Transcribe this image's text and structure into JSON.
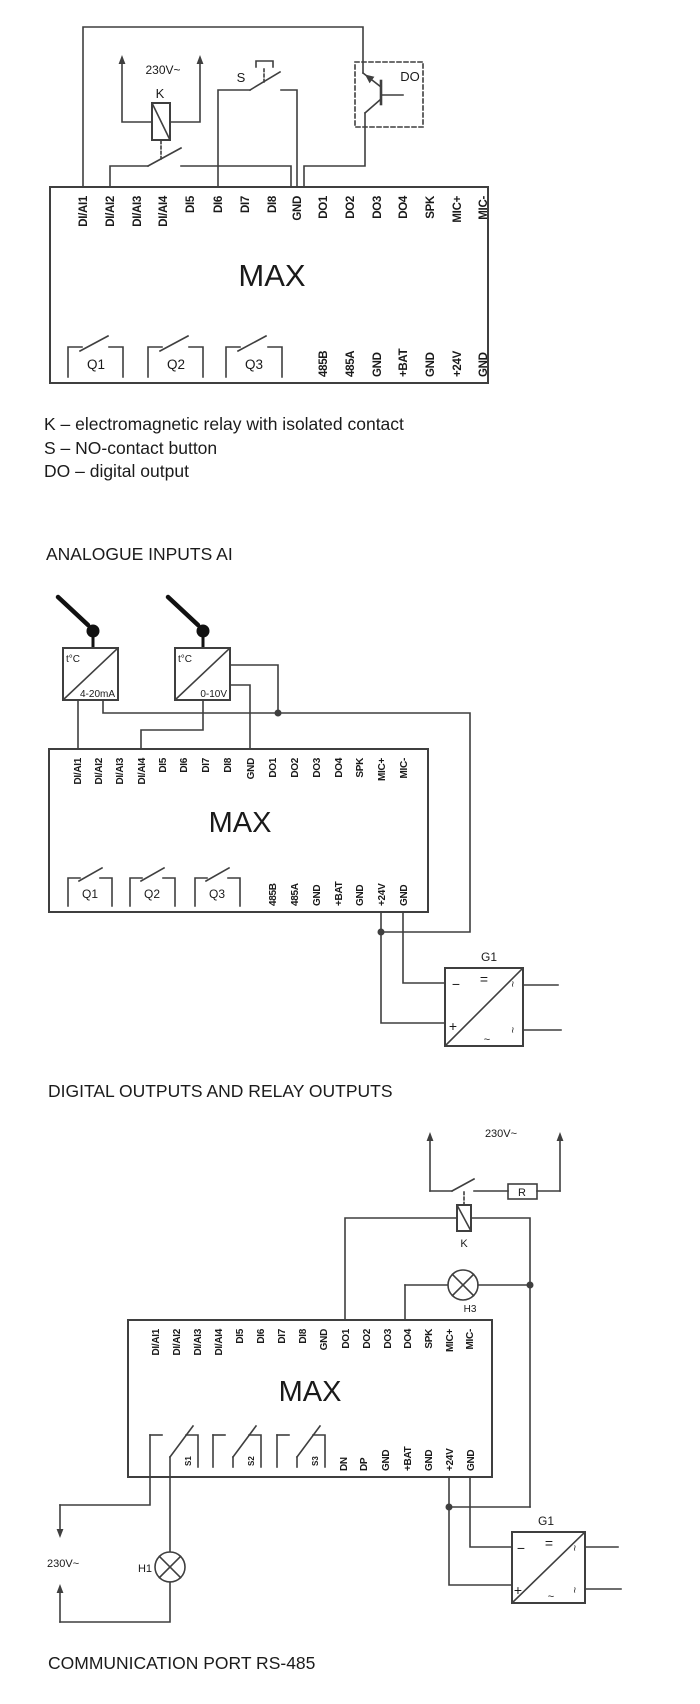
{
  "page": {
    "background": "#ffffff",
    "line_color": "#3f3f3f",
    "text_color": "#1a1a1a"
  },
  "diagram1": {
    "device": "MAX",
    "voltage": "230V~",
    "relay_label": "K",
    "button_label": "S",
    "do_label": "DO",
    "top_terminals": [
      "DI/AI1",
      "DI/AI2",
      "DI/AI3",
      "DI/AI4",
      "DI5",
      "DI6",
      "DI7",
      "DI8",
      "GND",
      "DO1",
      "DO2",
      "DO3",
      "DO4",
      "SPK",
      "MIC+",
      "MIC-"
    ],
    "relay_outputs": [
      "Q1",
      "Q2",
      "Q3"
    ],
    "bottom_terminals": [
      "485B",
      "485A",
      "GND",
      "+BAT",
      "GND",
      "+24V",
      "GND"
    ]
  },
  "legend": {
    "line1": "K – electromagnetic relay with isolated contact",
    "line2": "S – NO-contact button",
    "line3": "DO – digital output"
  },
  "analogue_section": {
    "heading": "ANALOGUE INPUTS AI",
    "device": "MAX",
    "sensor1": {
      "name": "t°C",
      "signal": "4-20mA"
    },
    "sensor2": {
      "name": "t°C",
      "signal": "0-10V"
    },
    "top_terminals": [
      "DI/AI1",
      "DI/AI2",
      "DI/AI3",
      "DI/AI4",
      "DI5",
      "DI6",
      "DI7",
      "DI8",
      "GND",
      "DO1",
      "DO2",
      "DO3",
      "DO4",
      "SPK",
      "MIC+",
      "MIC-"
    ],
    "relay_outputs": [
      "Q1",
      "Q2",
      "Q3"
    ],
    "bottom_terminals": [
      "485B",
      "485A",
      "GND",
      "+BAT",
      "GND",
      "+24V",
      "GND"
    ],
    "psu": {
      "label": "G1",
      "dc_symbol": "=",
      "minus": "−",
      "plus": "+",
      "ac_symbol": "~"
    }
  },
  "digital_section": {
    "heading": "DIGITAL OUTPUTS AND RELAY OUTPUTS",
    "device": "MAX",
    "voltage_top": "230V~",
    "resistor_label": "R",
    "relay_label": "K",
    "lamp_h3": "H3",
    "voltage_bottom": "230V~",
    "lamp_h1": "H1",
    "top_terminals": [
      "DI/AI1",
      "DI/AI2",
      "DI/AI3",
      "DI/AI4",
      "DI5",
      "DI6",
      "DI7",
      "DI8",
      "GND",
      "DO1",
      "DO2",
      "DO3",
      "DO4",
      "SPK",
      "MIC+",
      "MIC-"
    ],
    "switch_outputs": [
      "S1",
      "S2",
      "S3"
    ],
    "bottom_terminals": [
      "DN",
      "DP",
      "GND",
      "+BAT",
      "GND",
      "+24V",
      "GND"
    ],
    "psu": {
      "label": "G1",
      "dc_symbol": "=",
      "minus": "−",
      "plus": "+",
      "ac_symbol": "~"
    }
  },
  "comm_section": {
    "heading": "COMMUNICATION PORT RS-485"
  }
}
